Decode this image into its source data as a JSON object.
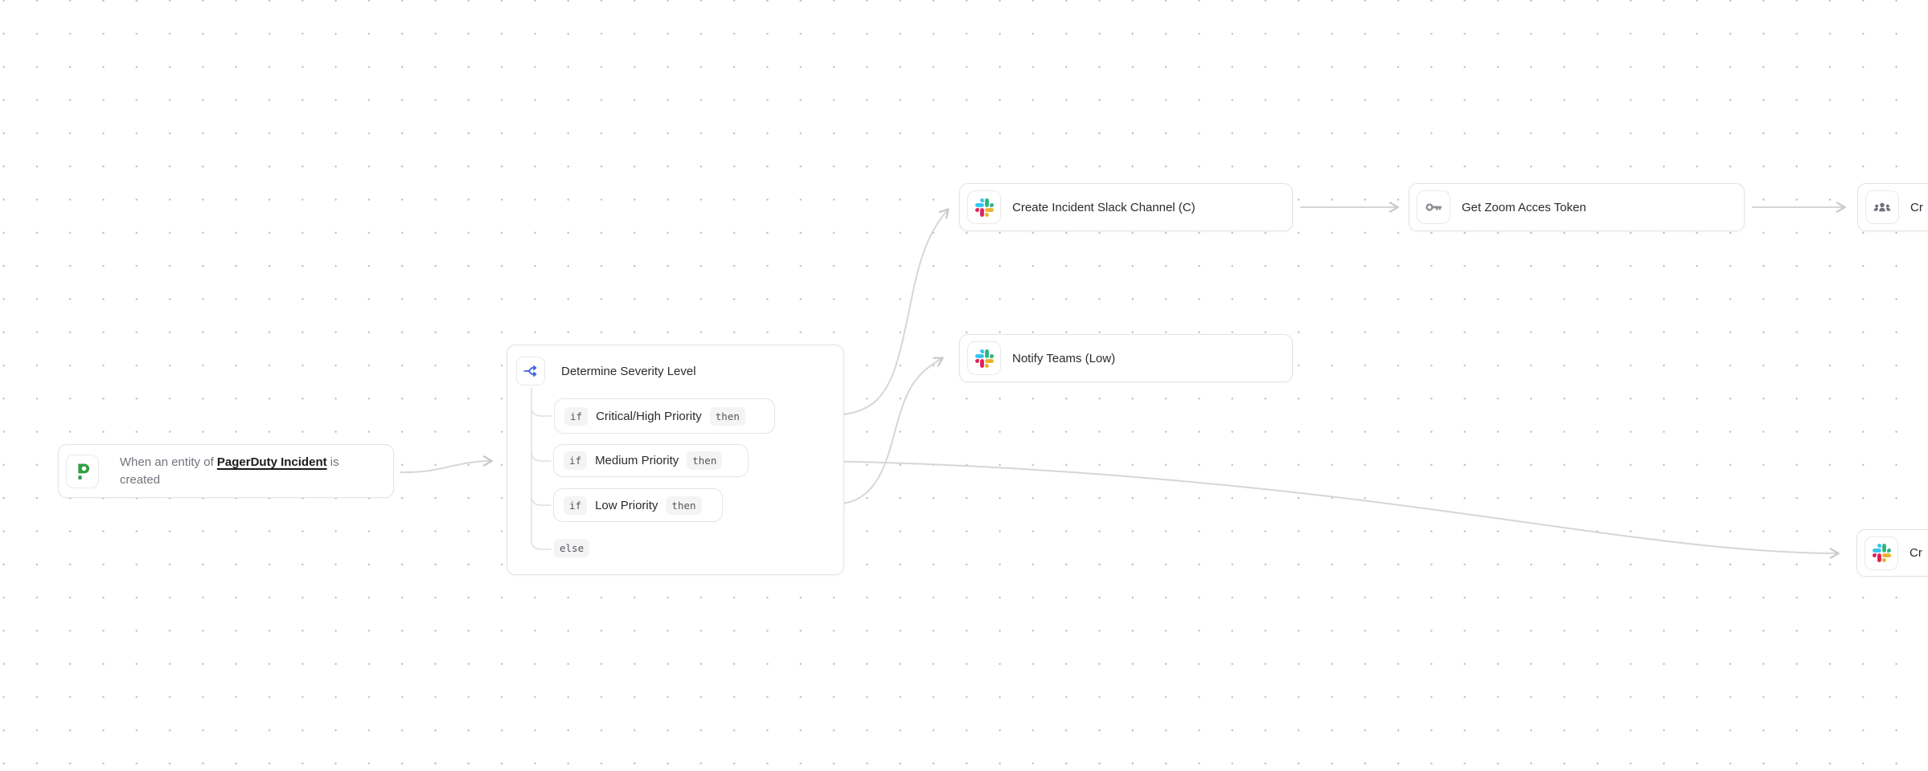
{
  "workflow": {
    "trigger": {
      "prefix": "When an entity of",
      "entity": "PagerDuty Incident",
      "suffix": "is created"
    },
    "router": {
      "title": "Determine Severity Level",
      "branches": [
        {
          "keyword": "if",
          "label": "Critical/High Priority",
          "suffix": "then"
        },
        {
          "keyword": "if",
          "label": "Medium Priority",
          "suffix": "then"
        },
        {
          "keyword": "if",
          "label": "Low Priority",
          "suffix": "then"
        }
      ],
      "else_label": "else"
    },
    "actions": {
      "create_incident_channel": {
        "title": "Create Incident Slack Channel (C)",
        "icon": "slack-icon"
      },
      "get_zoom_token": {
        "title": "Get Zoom Acces Token",
        "icon": "key-icon"
      },
      "partial_top_right": {
        "title": "Cr",
        "icon": "people-icon"
      },
      "notify_teams": {
        "title": "Notify Teams (Low)",
        "icon": "slack-icon"
      },
      "partial_bottom_right": {
        "title": "Cr",
        "icon": "slack-icon"
      }
    }
  },
  "icons": {
    "trigger": "pagerduty-icon",
    "router": "branch-split-icon"
  },
  "colors": {
    "pagerduty_green": "#2f9e41",
    "branch_blue": "#3e63dd",
    "key_gray": "#8a8d93",
    "people_gray": "#6d7177",
    "slack_blue": "#36C5F0",
    "slack_green": "#2EB67D",
    "slack_yellow": "#ECB22E",
    "slack_red": "#E01E5A",
    "edge_gray": "#d6d6da",
    "grid_dot": "#bfbfc3"
  }
}
